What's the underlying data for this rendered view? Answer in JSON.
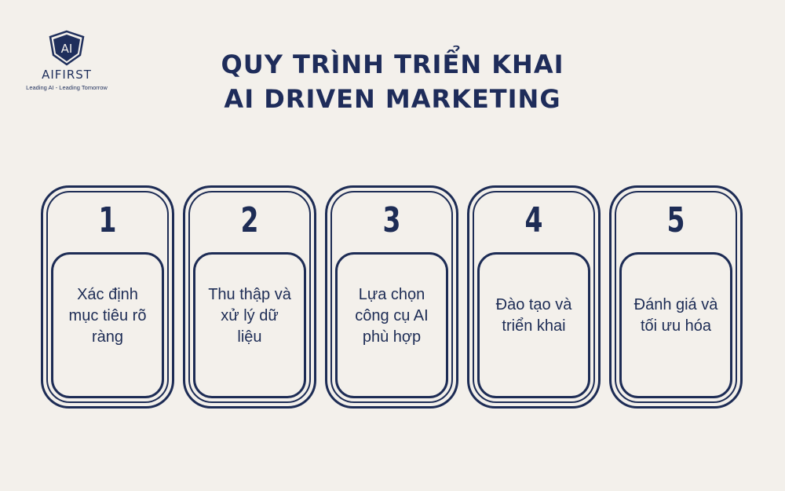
{
  "brand": {
    "logo_text": "AI",
    "name": "AIFIRST",
    "tagline": "Leading AI - Leading Tomorrow"
  },
  "title": {
    "line1": "QUY TRÌNH TRIỂN KHAI",
    "line2": "AI DRIVEN MARKETING"
  },
  "steps": [
    {
      "number": "1",
      "text": "Xác định mục tiêu rõ ràng"
    },
    {
      "number": "2",
      "text": "Thu thập và xử lý dữ liệu"
    },
    {
      "number": "3",
      "text": "Lựa chọn công cụ AI phù hợp"
    },
    {
      "number": "4",
      "text": "Đào tạo và triển khai"
    },
    {
      "number": "5",
      "text": "Đánh giá và tối ưu hóa"
    }
  ],
  "colors": {
    "background": "#f3f0eb",
    "navy": "#1d2c55"
  }
}
